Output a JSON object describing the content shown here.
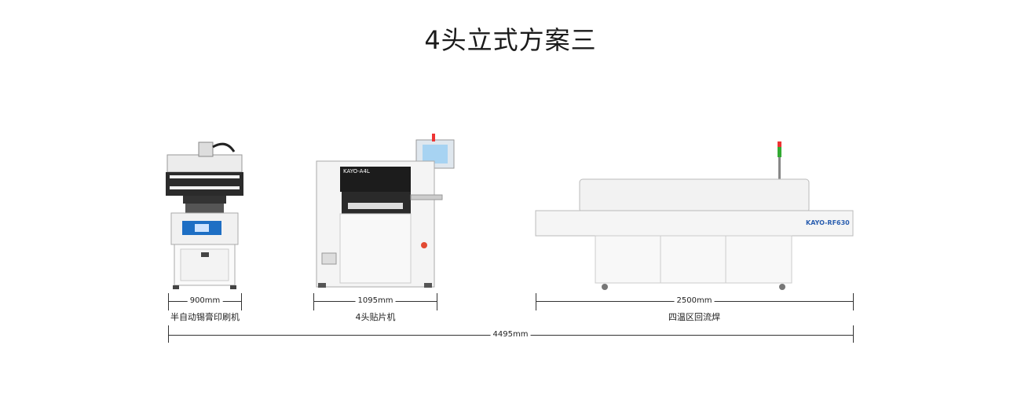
{
  "title": "4头立式方案三",
  "machines": [
    {
      "name": "半自动锡膏印刷机",
      "width_label": "900mm"
    },
    {
      "name": "4头贴片机",
      "width_label": "1095mm",
      "brand_text": "KAYO-A4L"
    },
    {
      "name": "四温区回流焊",
      "width_label": "2500mm",
      "brand_text": "KAYO-RF630"
    }
  ],
  "total_label": "4495mm"
}
